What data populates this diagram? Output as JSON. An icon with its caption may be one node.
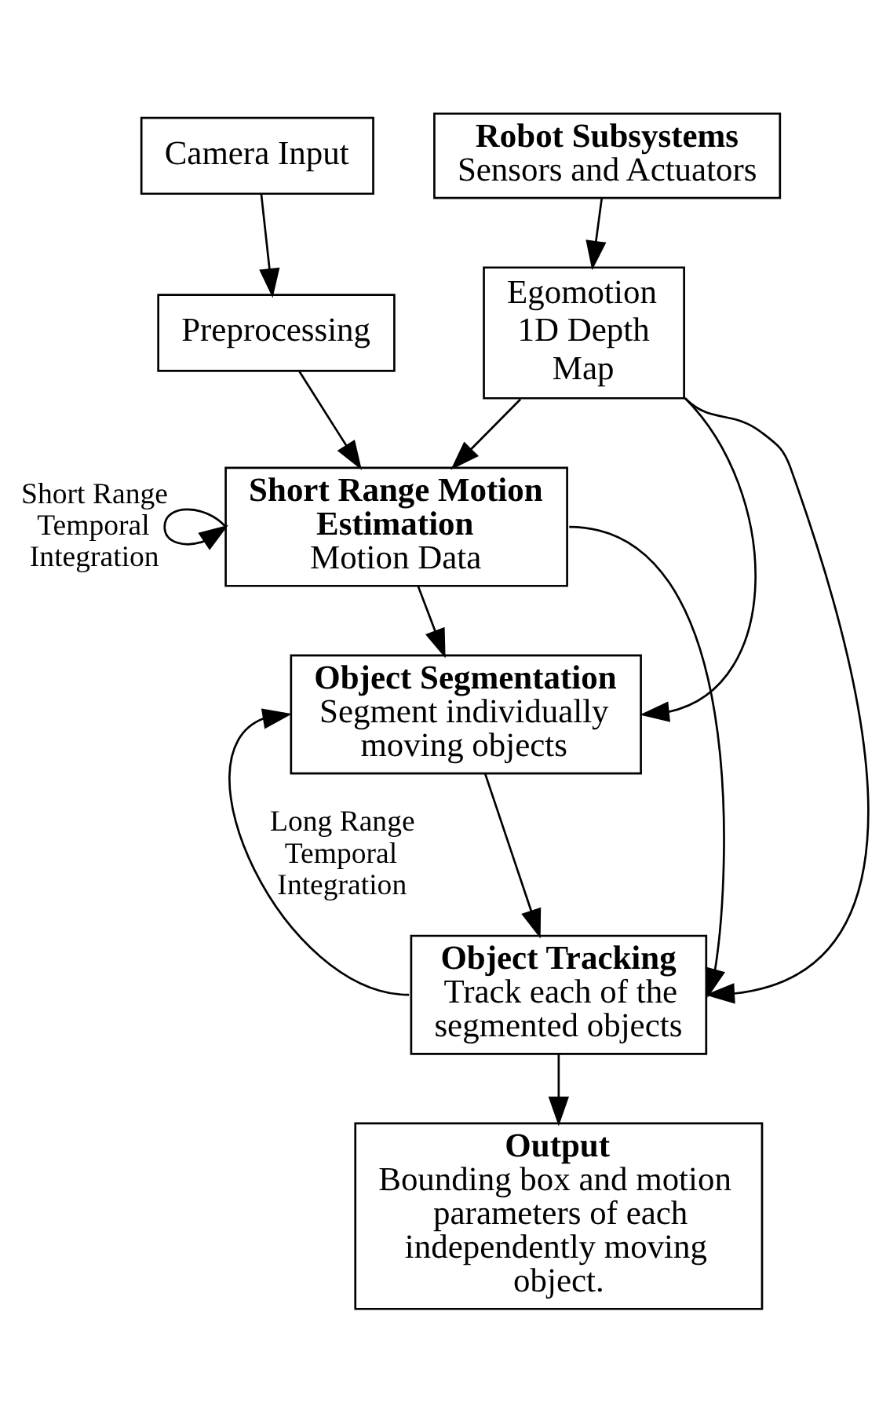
{
  "diagram": {
    "nodes": [
      {
        "text": [
          "Camera Input"
        ]
      },
      {
        "text": [
          "Robot Subsystems",
          "Sensors and Actuators"
        ]
      },
      {
        "text": [
          "Preprocessing"
        ]
      },
      {
        "text": [
          "Egomotion 1D Depth Map"
        ]
      },
      {
        "text": [
          "Short Range Motion Estimation",
          "Motion Data"
        ]
      },
      {
        "text": [
          "Object Segmentation",
          "Segment individually moving objects"
        ]
      },
      {
        "text": [
          "Object Tracking",
          "Track each of the segmented objects"
        ]
      },
      {
        "text": [
          "Output",
          "Bounding box and motion parameters of each independently moving object."
        ]
      }
    ],
    "edges": [
      {
        "from": 0,
        "to": 2,
        "arrow": "to"
      },
      {
        "from": 1,
        "to": 3,
        "arrow": "to"
      },
      {
        "from": 2,
        "to": 4,
        "arrow": "to"
      },
      {
        "from": 3,
        "to": 4,
        "arrow": "to"
      },
      {
        "from": 4,
        "to": 5,
        "arrow": "to"
      },
      {
        "from": 4,
        "to": 4,
        "arrow": "to",
        "label": "Short Range Temporal Integration"
      },
      {
        "from": 4,
        "to": 6,
        "arrow": "to"
      },
      {
        "from": 3,
        "to": 5,
        "arrow": "to"
      },
      {
        "from": 3,
        "to": 6,
        "arrow": "to"
      },
      {
        "from": 5,
        "to": 6,
        "arrow": "to"
      },
      {
        "from": 6,
        "to": 5,
        "arrow": "to",
        "label": "Long Range Temporal Integration"
      },
      {
        "from": 6,
        "to": 7,
        "arrow": "to"
      }
    ]
  }
}
